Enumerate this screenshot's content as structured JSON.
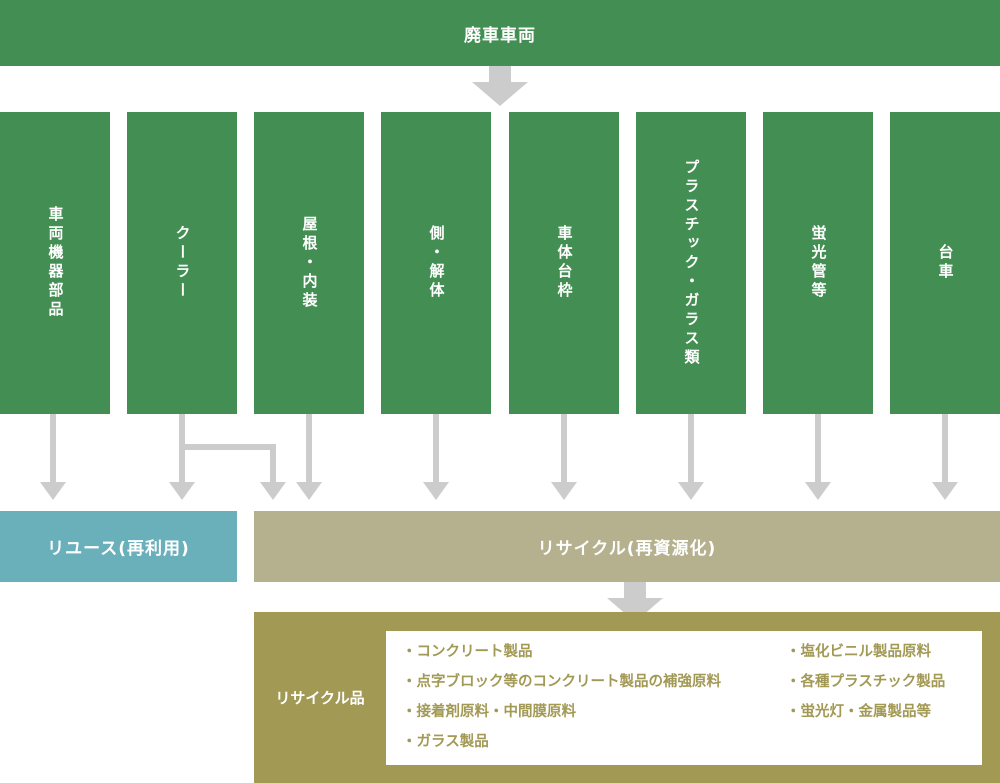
{
  "header": {
    "title": "廃車車両"
  },
  "components": [
    {
      "label": "車両機器部品"
    },
    {
      "label": "クーラー"
    },
    {
      "label": "屋根・内装"
    },
    {
      "label": "側・解体"
    },
    {
      "label": "車体台枠"
    },
    {
      "label": "プラスチック・ガラス類"
    },
    {
      "label": "蛍光管等"
    },
    {
      "label": "台車"
    }
  ],
  "outcomes": {
    "reuse": "リユース(再利用)",
    "recycle": "リサイクル(再資源化)"
  },
  "recycled_products": {
    "label": "リサイクル品",
    "left_items": [
      "・コンクリート製品",
      "・点字ブロック等のコンクリート製品の補強原料",
      "・接着剤原料・中間膜原料",
      "・ガラス製品"
    ],
    "right_items": [
      "・塩化ビニル製品原料",
      "・各種プラスチック製品",
      "・蛍光灯・金属製品等"
    ]
  },
  "colors": {
    "primary_green": "#438e53",
    "reuse_blue": "#6ab0bb",
    "recycle_khaki": "#b5b08e",
    "products_olive": "#a29955",
    "arrow_gray": "#cccccc"
  }
}
